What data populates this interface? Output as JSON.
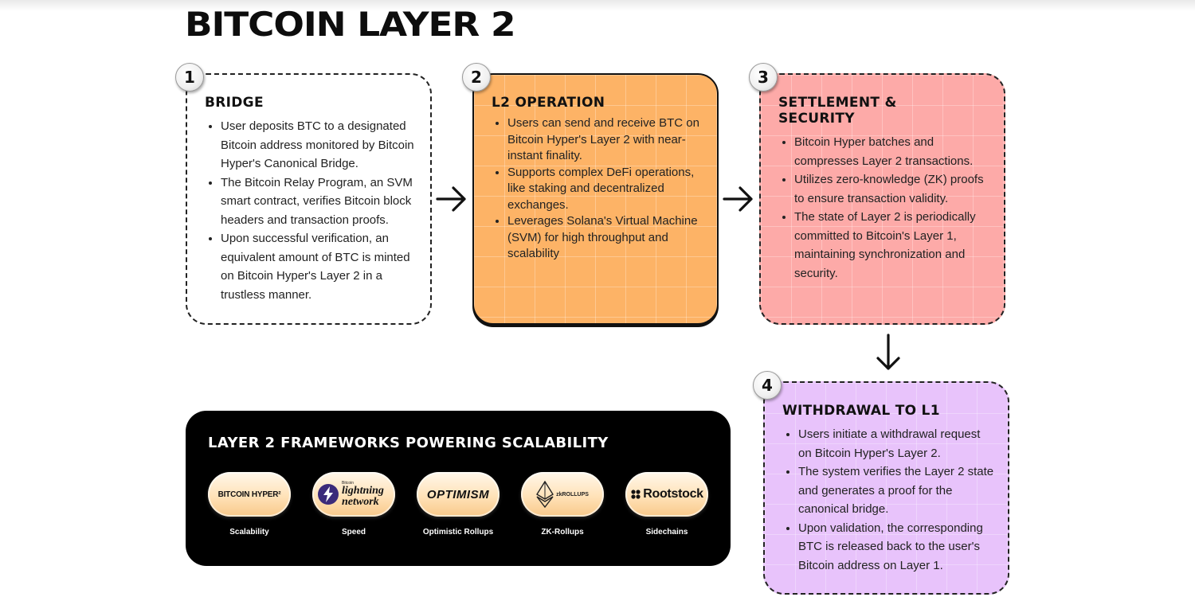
{
  "page": {
    "title": "BITCOIN LAYER 2"
  },
  "steps": [
    {
      "number": "1",
      "title": "BRIDGE",
      "bullets": [
        "User deposits BTC to a designated Bitcoin address monitored by Bitcoin Hyper's Canonical Bridge.",
        "The Bitcoin Relay Program, an SVM smart contract, verifies Bitcoin block headers and transaction proofs.",
        "Upon successful verification, an equivalent amount of BTC is minted on Bitcoin Hyper's Layer 2 in a trustless manner."
      ],
      "color": "#ffffff"
    },
    {
      "number": "2",
      "title": "L2 OPERATION",
      "bullets": [
        "Users can send and receive BTC on Bitcoin Hyper's Layer 2 with near-instant finality.",
        "Supports complex DeFi operations, like staking and decentralized exchanges.",
        "Leverages Solana's Virtual Machine (SVM) for high throughput and scalability"
      ],
      "color": "#fdb366"
    },
    {
      "number": "3",
      "title": "SETTLEMENT & SECURITY",
      "bullets": [
        "Bitcoin Hyper batches and compresses Layer 2 transactions.",
        "Utilizes zero-knowledge (ZK) proofs to ensure transaction validity.",
        "The state of Layer 2 is periodically committed to Bitcoin's Layer 1, maintaining synchronization and security."
      ],
      "color": "#fdaaa8"
    },
    {
      "number": "4",
      "title": "WITHDRAWAL TO L1",
      "bullets": [
        "Users initiate a withdrawal request on Bitcoin Hyper's Layer 2.",
        "The system verifies the Layer 2 state and generates a proof for the canonical bridge.",
        "Upon validation, the corresponding BTC is released back to the user's Bitcoin address on Layer 1."
      ],
      "color": "#e8c3fb"
    }
  ],
  "frameworks": {
    "title": "LAYER 2 FRAMEWORKS POWERING SCALABILITY",
    "items": [
      {
        "logo": "BITCOIN HYPER²",
        "label": "Scalability"
      },
      {
        "logo_top": "Bitcoin",
        "logo": "lightning network",
        "label": "Speed"
      },
      {
        "logo": "OPTIMISM",
        "label": "Optimistic Rollups"
      },
      {
        "logo": "zkROLLUPS",
        "label": "ZK-Rollups"
      },
      {
        "logo": "Rootstock",
        "label": "Sidechains"
      }
    ]
  }
}
